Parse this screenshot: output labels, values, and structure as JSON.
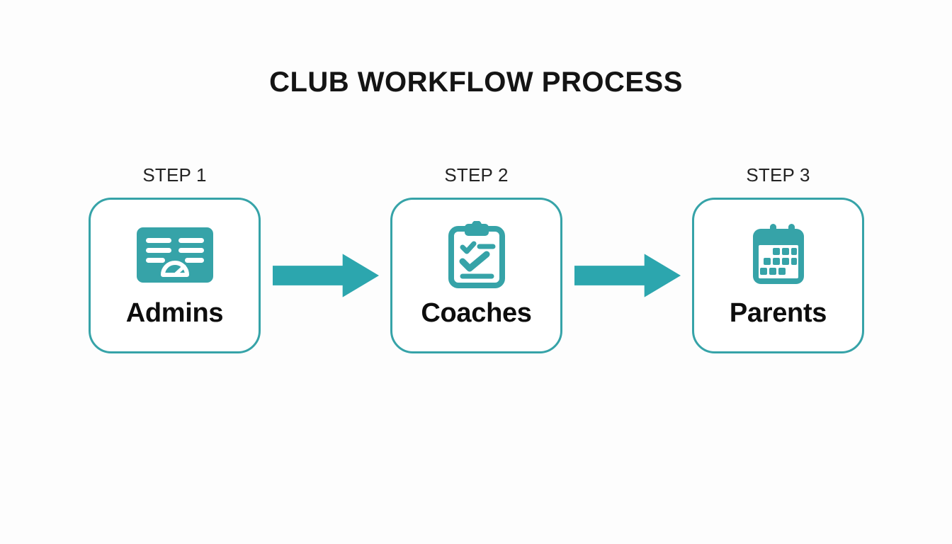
{
  "page": {
    "title": "CLUB WORKFLOW PROCESS",
    "background_color": "#fdfdfd",
    "accent_color": "#36a3a8",
    "arrow_color": "#2ca6ae",
    "title_color": "#141414",
    "label_color": "#232323"
  },
  "flow": {
    "steps": [
      {
        "step_label": "STEP 1",
        "title": "Admins",
        "icon": "dashboard-card-icon"
      },
      {
        "step_label": "STEP 2",
        "title": "Coaches",
        "icon": "clipboard-checklist-icon"
      },
      {
        "step_label": "STEP 3",
        "title": "Parents",
        "icon": "calendar-icon"
      }
    ],
    "connectors": [
      {
        "icon": "arrow-right-icon"
      },
      {
        "icon": "arrow-right-icon"
      }
    ]
  }
}
